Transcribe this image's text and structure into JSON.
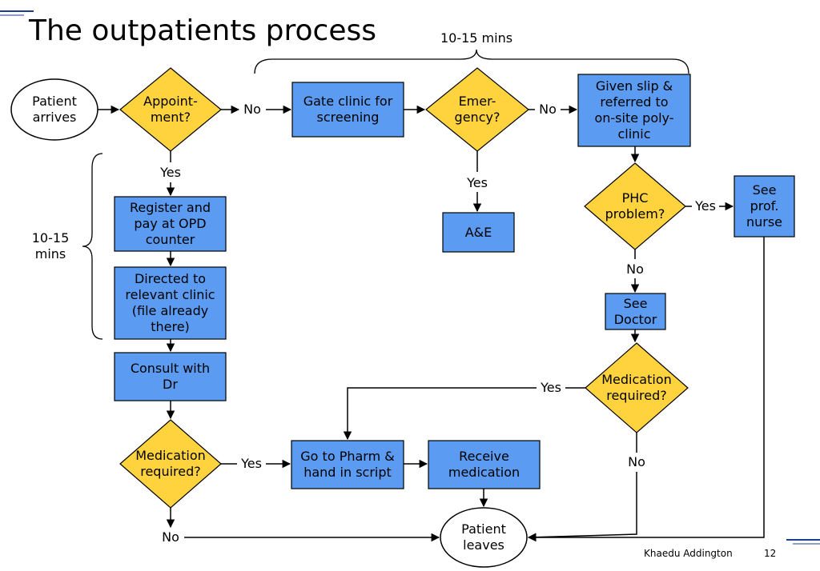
{
  "title": "The outpatients process",
  "nodes": {
    "patient_arrives": "Patient\narrives",
    "appointment": "Appoint-\nment?",
    "gate_clinic": "Gate clinic for\nscreening",
    "emergency": "Emer-\ngency?",
    "given_slip": "Given slip &\nreferred to\non-site poly-\nclinic",
    "register_pay": "Register and\npay at OPD\ncounter",
    "directed": "Directed to\nrelevant clinic\n(file already\nthere)",
    "consult": "Consult with\nDr",
    "medication_left": "Medication\nrequired?",
    "go_pharm": "Go to Pharm &\nhand in script",
    "receive_med": "Receive\nmedication",
    "ae": "A&E",
    "phc": "PHC\nproblem?",
    "see_nurse": "See\nprof.\nnurse",
    "see_doctor": "See\nDoctor",
    "medication_right": "Medication\nrequired?",
    "patient_leaves": "Patient\nleaves"
  },
  "edge_labels": {
    "no_appointment": "No",
    "yes_appointment": "Yes",
    "no_emergency": "No",
    "yes_emergency": "Yes",
    "yes_phc": "Yes",
    "no_phc": "No",
    "yes_med_left": "Yes",
    "no_med_left": "No",
    "yes_med_right": "Yes",
    "no_med_right": "No"
  },
  "time_top": "10-15 mins",
  "time_left": "10-15\nmins",
  "footer": {
    "author": "Khaedu Addington",
    "page": "12"
  },
  "colors": {
    "box": "#5b9bf2",
    "diamond": "#ffd33d",
    "line": "#000000",
    "accent": "#1f3d8f"
  }
}
